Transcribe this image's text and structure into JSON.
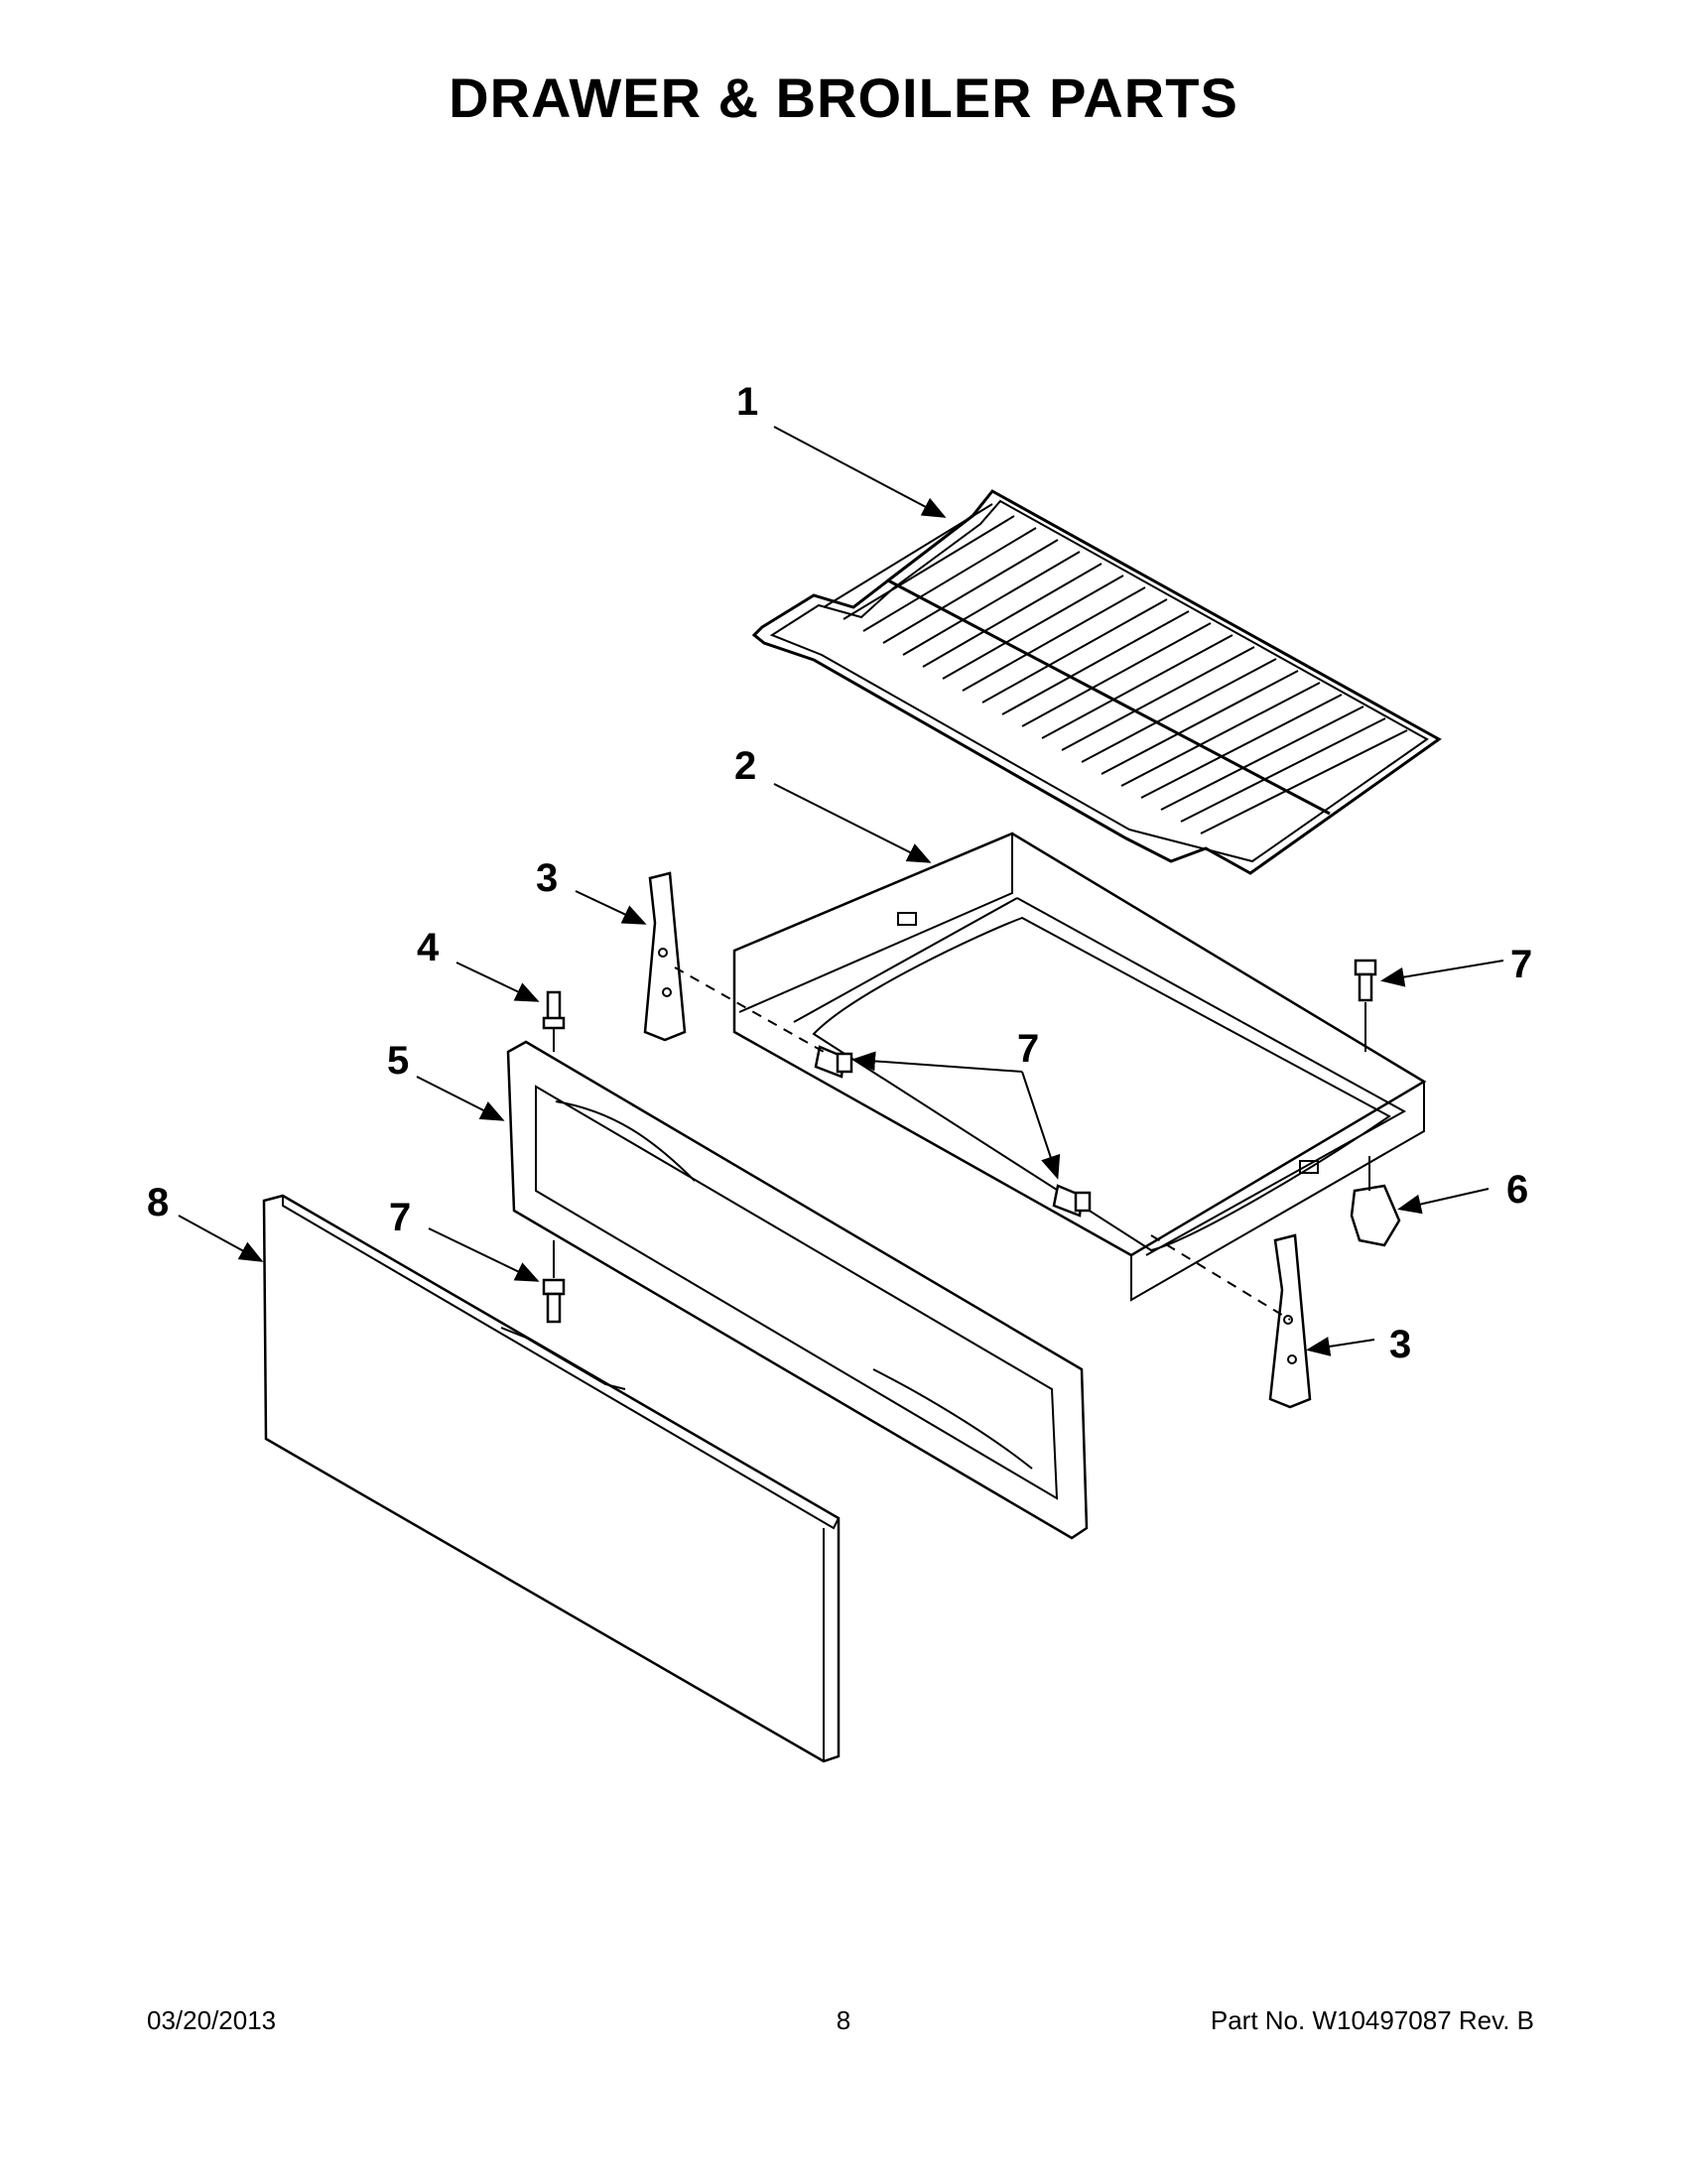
{
  "title": "DRAWER & BROILER PARTS",
  "callouts": {
    "broiler_pan_rack": "1",
    "drawer_body": "2",
    "rail_upper_left": "3",
    "clip_4": "4",
    "front_panel": "5",
    "bracket_6": "6",
    "screw_right_top": "7",
    "screw_center": "7",
    "screw_front": "7",
    "rail_lower_right": "3",
    "outer_panel": "8"
  },
  "footer": {
    "date": "03/20/2013",
    "page_number": "8",
    "part_number": "Part No.  W10497087  Rev.  B"
  }
}
